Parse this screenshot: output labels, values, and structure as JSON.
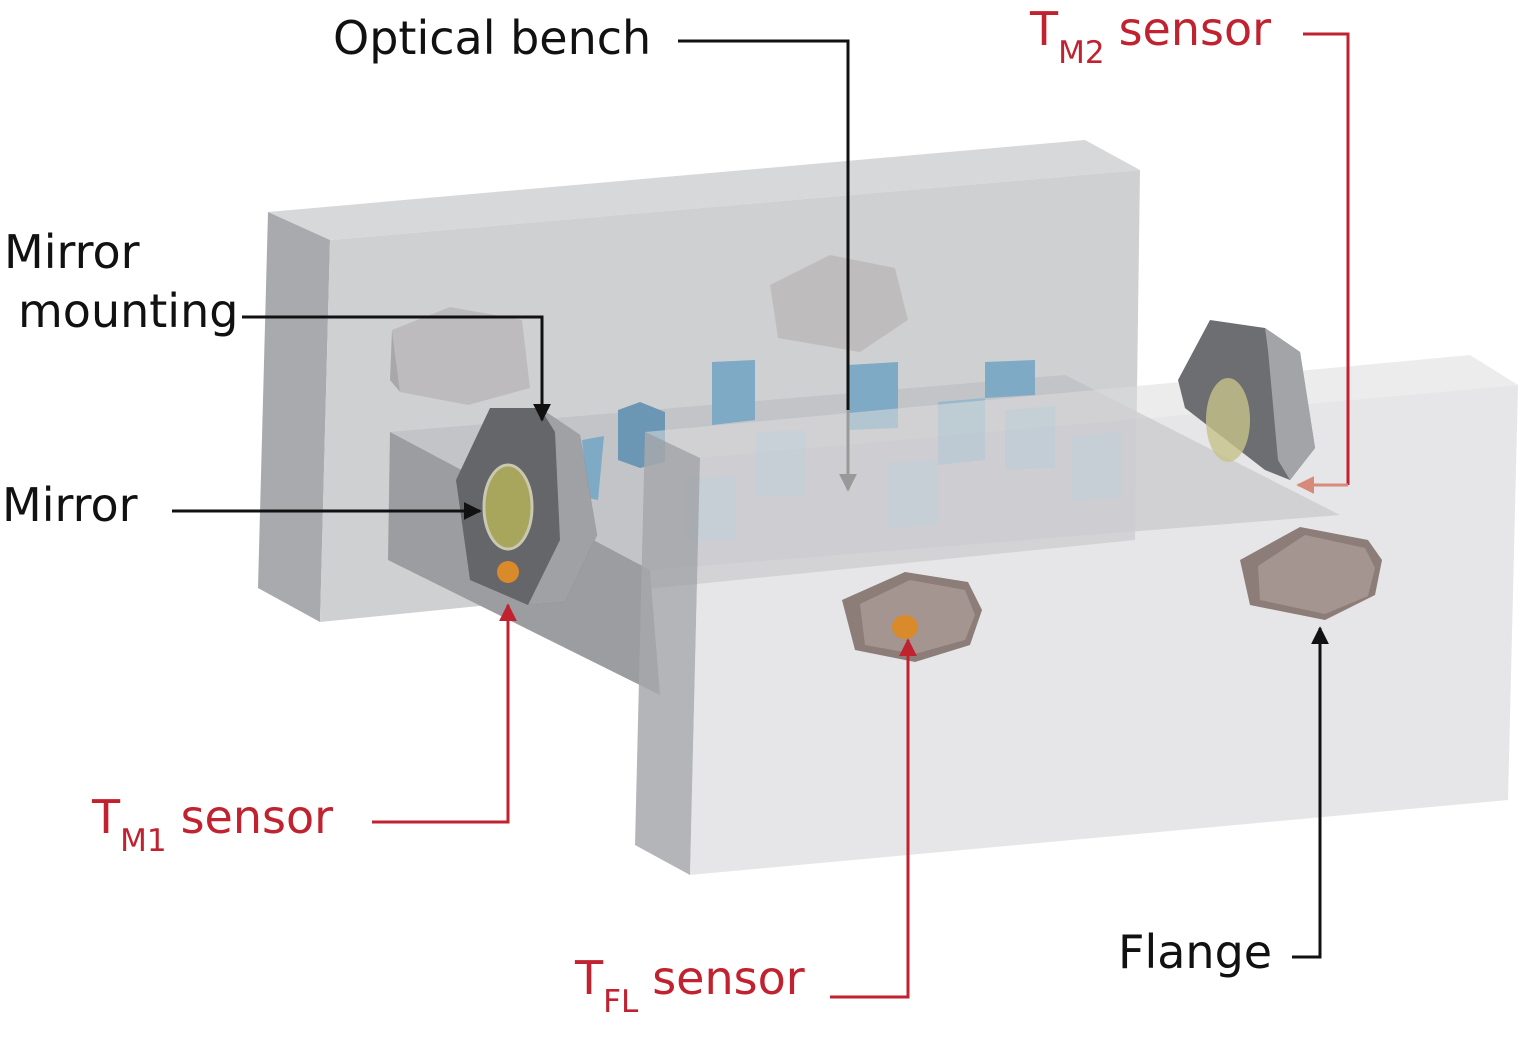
{
  "labels": {
    "optical_bench": "Optical bench",
    "mirror_mounting_line1": "Mirror",
    "mirror_mounting_line2": "mounting",
    "mirror": "Mirror",
    "flange": "Flange",
    "sensor_word": "sensor",
    "tm1_main": "T",
    "tm1_sub": "M1",
    "tm2_main": "T",
    "tm2_sub": "M2",
    "tfl_main": "T",
    "tfl_sub": "FL"
  },
  "colors": {
    "label_black": "#111111",
    "sensor_red": "#c0222f",
    "bench_gray": "#c9cacc",
    "optic_blue": "#7ea9c4",
    "mirror_yellow": "#a8a55c",
    "flange_brown": "#9b8c88",
    "sensor_orange": "#d98a2a"
  }
}
